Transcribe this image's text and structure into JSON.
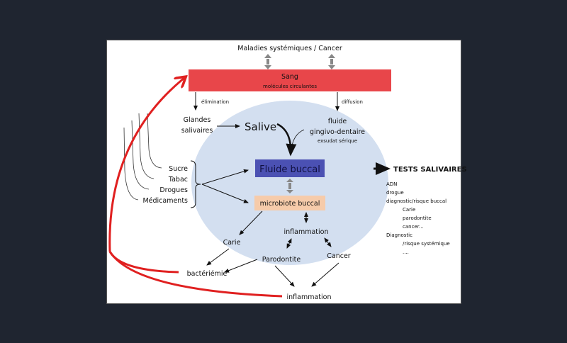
{
  "title": "Maladies systémiques / Cancer",
  "blood": {
    "title": "Sang",
    "subtitle": "molécules circulantes",
    "color": "#e8464a"
  },
  "elimination": "élimination",
  "diffusion": "diffusion",
  "glands": [
    "Glandes",
    "salivaires"
  ],
  "saliva": "Salive",
  "gingival_fluid": [
    "fluide",
    "gingivo-dentaire"
  ],
  "serous_exudate": "exsudat sérique",
  "oral_fluid": {
    "label": "Fluide buccal",
    "color": "#4b51b3"
  },
  "microbiota": {
    "label": "microbiote buccal",
    "color": "#f6cbaa"
  },
  "factors": [
    "Sucre",
    "Tabac",
    "Drogues",
    "Médicaments"
  ],
  "inflammation_inner": "inflammation",
  "caries": "Carie",
  "periodontitis": "Parodontite",
  "cancer": "Cancer",
  "bacteremia": "bactériémie",
  "inflammation_outer": "inflammation",
  "tests": {
    "title": "TESTS SALIVAIRES",
    "items": [
      "ADN",
      "drogue",
      "diagnostic/risque buccal",
      "Carie",
      "parodontite",
      "cancer...",
      "Diagnostic",
      "/risque systémique",
      "...."
    ]
  },
  "ellipse_color": "#d3dff0",
  "feedback_color": "#e02020"
}
